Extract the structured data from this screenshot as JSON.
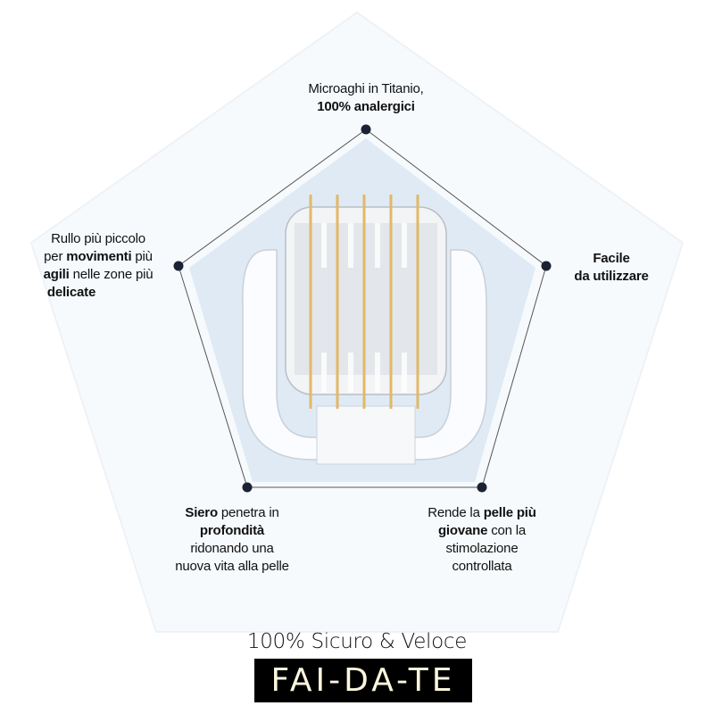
{
  "features": [
    {
      "id": "top",
      "segments": [
        {
          "t": "Microaghi in Titanio,",
          "b": false
        },
        {
          "t": "100% analergici",
          "b": true
        }
      ]
    },
    {
      "id": "left",
      "segments": [
        {
          "t": "Rullo più piccolo",
          "b": false
        },
        {
          "t": "per ",
          "b": false
        },
        {
          "t": "movimenti",
          "b": true
        },
        {
          "t": " più",
          "b": false
        },
        {
          "t": "agili",
          "b": true
        },
        {
          "t": " nelle zone più",
          "b": false
        },
        {
          "t": "delicate",
          "b": true
        }
      ]
    },
    {
      "id": "right",
      "segments": [
        {
          "t": "Facile",
          "b": true
        },
        {
          "t": "da utilizzare",
          "b": true
        }
      ]
    },
    {
      "id": "bottom-left",
      "segments": [
        {
          "t": "Siero",
          "b": true
        },
        {
          "t": " penetra in",
          "b": false
        },
        {
          "t": "profondità",
          "b": true
        },
        {
          "t": "ridonando una",
          "b": false
        },
        {
          "t": "nuova vita alla pelle",
          "b": false
        }
      ]
    },
    {
      "id": "bottom-right",
      "segments": [
        {
          "t": "Rende la ",
          "b": false
        },
        {
          "t": "pelle più",
          "b": true
        },
        {
          "t": "giovane",
          "b": true
        },
        {
          "t": " con la",
          "b": false
        },
        {
          "t": "stimolazione",
          "b": false
        },
        {
          "t": "controllata",
          "b": false
        }
      ]
    }
  ],
  "tagline": "100% Sicuro & Veloce",
  "badge": "FAI-DA-TE",
  "colors": {
    "dot": "#1a2233",
    "needle": "#e8c070",
    "panel": "#dfeaf5"
  }
}
